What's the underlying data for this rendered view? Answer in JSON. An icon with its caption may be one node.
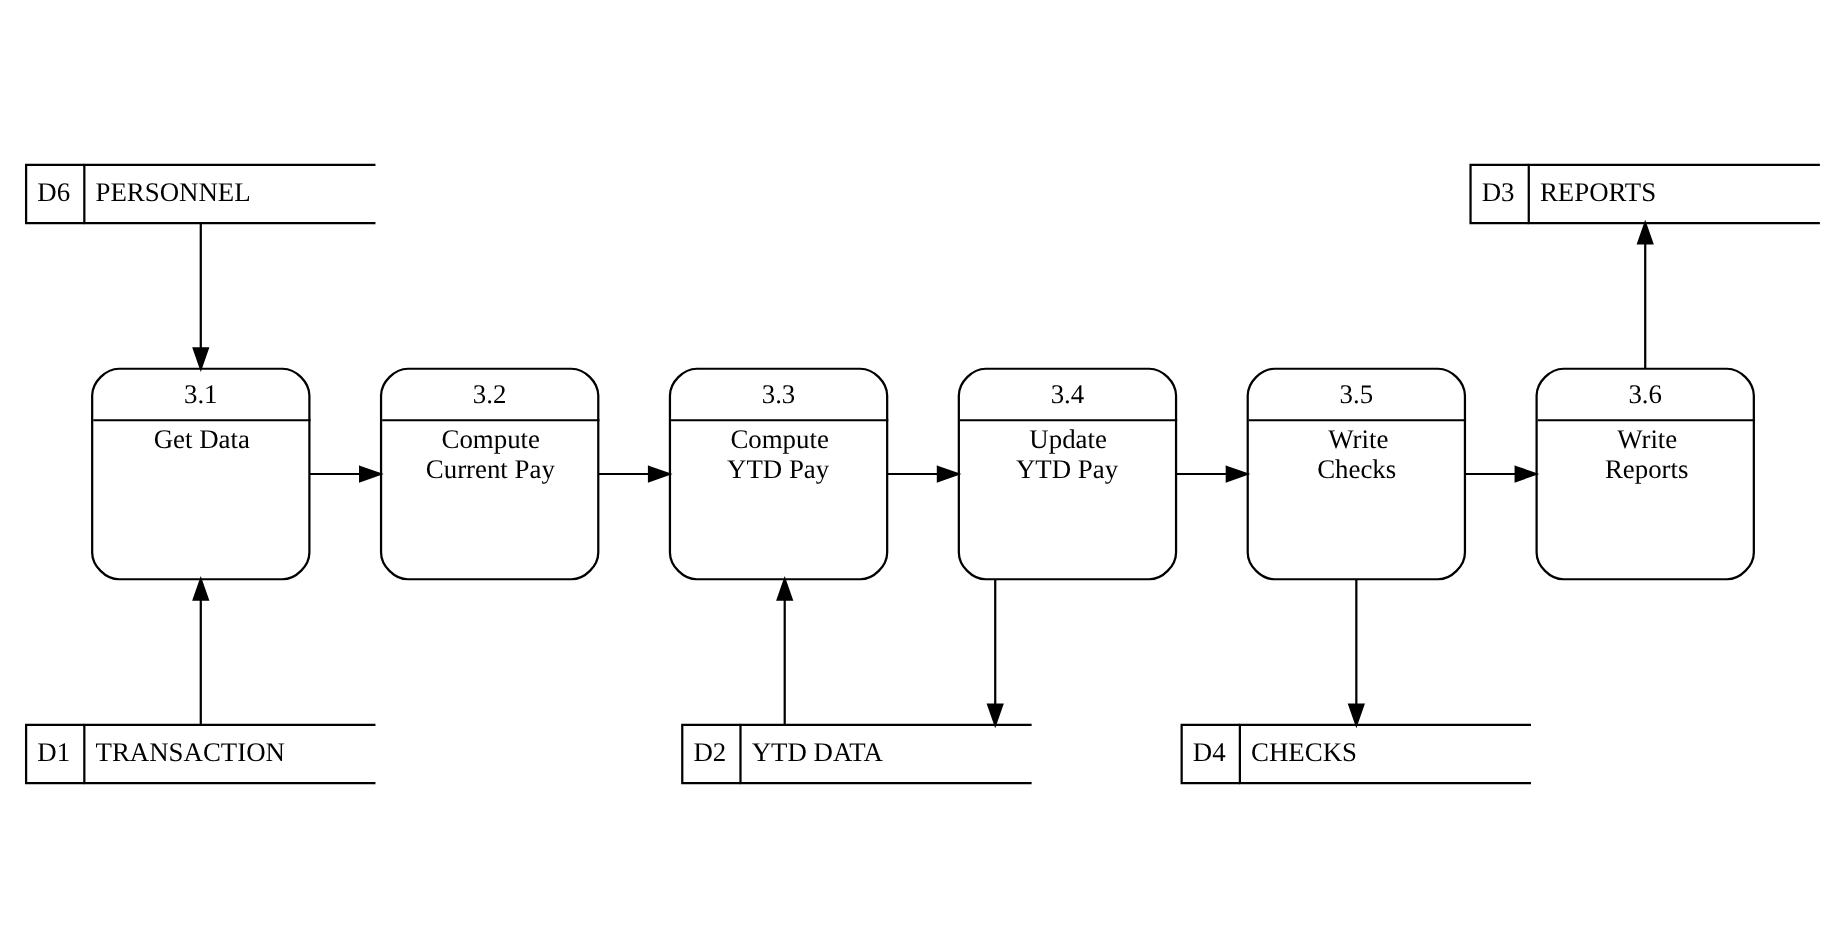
{
  "diagram": {
    "nodes": [
      {
        "text": [
          "D6",
          "PERSONNEL"
        ]
      },
      {
        "text": [
          "D3",
          "REPORTS"
        ]
      },
      {
        "text": [
          "3.1",
          "Get Data"
        ]
      },
      {
        "text": [
          "3.2",
          "Compute Current Pay"
        ]
      },
      {
        "text": [
          "3.3",
          "Compute YTD Pay"
        ]
      },
      {
        "text": [
          "3.4",
          "Update YTD Pay"
        ]
      },
      {
        "text": [
          "3.5",
          "Write Checks"
        ]
      },
      {
        "text": [
          "3.6",
          "Write Reports"
        ]
      },
      {
        "text": [
          "D1",
          "TRANSACTION"
        ]
      },
      {
        "text": [
          "D2",
          "YTD DATA"
        ]
      },
      {
        "text": [
          "D4",
          "CHECKS"
        ]
      }
    ],
    "edges": [
      {
        "from": 0,
        "to": 2,
        "arrow": "to"
      },
      {
        "from": 2,
        "to": 3,
        "arrow": "to"
      },
      {
        "from": 3,
        "to": 4,
        "arrow": "to"
      },
      {
        "from": 4,
        "to": 5,
        "arrow": "to"
      },
      {
        "from": 5,
        "to": 6,
        "arrow": "to"
      },
      {
        "from": 6,
        "to": 7,
        "arrow": "to"
      },
      {
        "from": 7,
        "to": 1,
        "arrow": "to"
      },
      {
        "from": 8,
        "to": 2,
        "arrow": "to"
      },
      {
        "from": 9,
        "to": 4,
        "arrow": "to"
      },
      {
        "from": 5,
        "to": 9,
        "arrow": "to"
      },
      {
        "from": 6,
        "to": 10,
        "arrow": "to"
      }
    ]
  }
}
